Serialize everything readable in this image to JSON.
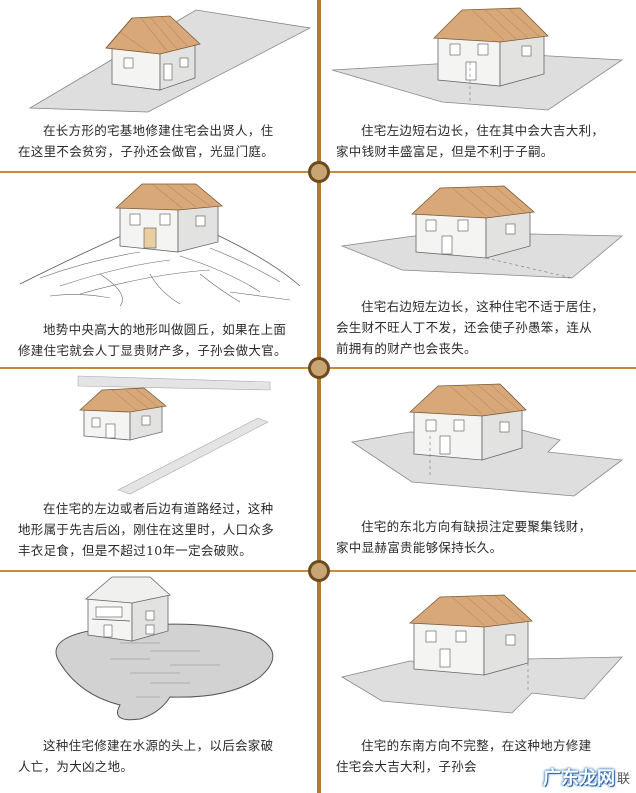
{
  "panels": [
    {
      "id": "p1",
      "caption_lines": [
        "在长方形的宅基地修建住宅会出贤人，住",
        "在这里不会贫穷，子孙还会做官，光显门庭。"
      ]
    },
    {
      "id": "p2",
      "caption_lines": [
        "住宅左边短右边长，住在其中会大吉大利，",
        "家中钱财丰盛富足，但是不利于子嗣。"
      ]
    },
    {
      "id": "p3",
      "caption_lines": [
        "地势中央高大的地形叫做圆丘，如果在上面",
        "修建住宅就会人丁显贵财产多，子孙会做大官。"
      ]
    },
    {
      "id": "p4",
      "caption_lines": [
        "住宅右边短左边长，这种住宅不适于居住，",
        "会生财不旺人丁不发，还会使子孙愚笨，连从",
        "前拥有的财产也会丧失。"
      ]
    },
    {
      "id": "p5",
      "caption_lines": [
        "在住宅的左边或者后边有道路经过，这种",
        "地形属于先吉后凶，刚住在这里时，人口众多",
        "丰衣足食，但是不超过10年一定会破败。"
      ]
    },
    {
      "id": "p6",
      "caption_lines": [
        "住宅的东北方向有缺损注定要聚集钱财，",
        "家中显赫富贵能够保持长久。"
      ]
    },
    {
      "id": "p7",
      "caption_lines": [
        "这种住宅修建在水源的头上，以后会家破",
        "人亡，为大凶之地。"
      ]
    },
    {
      "id": "p8",
      "caption_lines": [
        "住宅的东南方向不完整，在这种地方修建",
        "住宅会大吉大利，子孙会"
      ]
    }
  ],
  "watermark": {
    "logo": "广东龙网",
    "sub": "联"
  },
  "colors": {
    "divider": "#b07a2c",
    "hdivider": "#c98c36",
    "knot_fill": "#c9a574",
    "knot_ring": "#6b4a1f",
    "roof": "#d8a878",
    "ground": "#dcdcdc"
  }
}
